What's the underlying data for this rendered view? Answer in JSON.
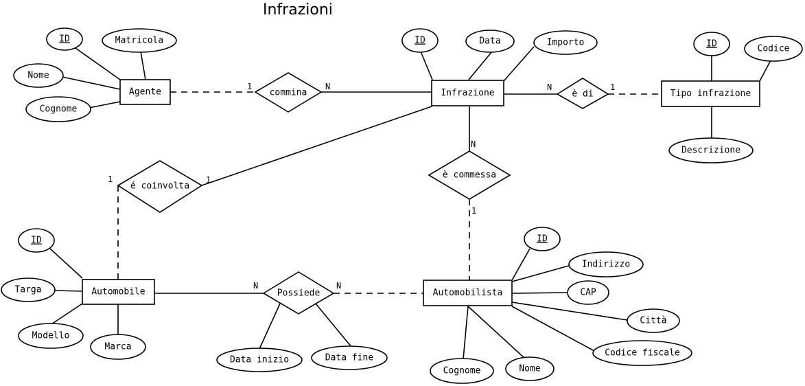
{
  "title": "Infrazioni",
  "entities": {
    "agente": "Agente",
    "infrazione": "Infrazione",
    "tipo_infrazione": "Tipo infrazione",
    "automobile": "Automobile",
    "automobilista": "Automobilista"
  },
  "relationships": {
    "commina": "commina",
    "e_di": "è di",
    "e_coinvolta": "é coinvolta",
    "e_commessa": "è commessa",
    "possiede": "Possiede"
  },
  "attributes": {
    "agente": {
      "id": "ID",
      "matricola": "Matricola",
      "nome": "Nome",
      "cognome": "Cognome"
    },
    "infrazione": {
      "id": "ID",
      "data": "Data",
      "importo": "Importo"
    },
    "tipo_infrazione": {
      "id": "ID",
      "codice": "Codice",
      "descrizione": "Descrizione"
    },
    "automobile": {
      "id": "ID",
      "targa": "Targa",
      "modello": "Modello",
      "marca": "Marca"
    },
    "automobilista": {
      "id": "ID",
      "indirizzo": "Indirizzo",
      "cap": "CAP",
      "citta": "Città",
      "codice_fiscale": "Codice fiscale",
      "nome": "Nome",
      "cognome": "Cognome"
    },
    "possiede": {
      "data_inizio": "Data inizio",
      "data_fine": "Data fine"
    }
  },
  "cardinalities": {
    "commina_agente": "1",
    "commina_infrazione": "N",
    "e_di_infrazione": "N",
    "e_di_tipo": "1",
    "e_coinvolta_automobile": "1",
    "e_coinvolta_infrazione": "1",
    "e_commessa_infrazione": "N",
    "e_commessa_automobilista": "1",
    "possiede_automobile": "N",
    "possiede_automobilista": "N"
  }
}
